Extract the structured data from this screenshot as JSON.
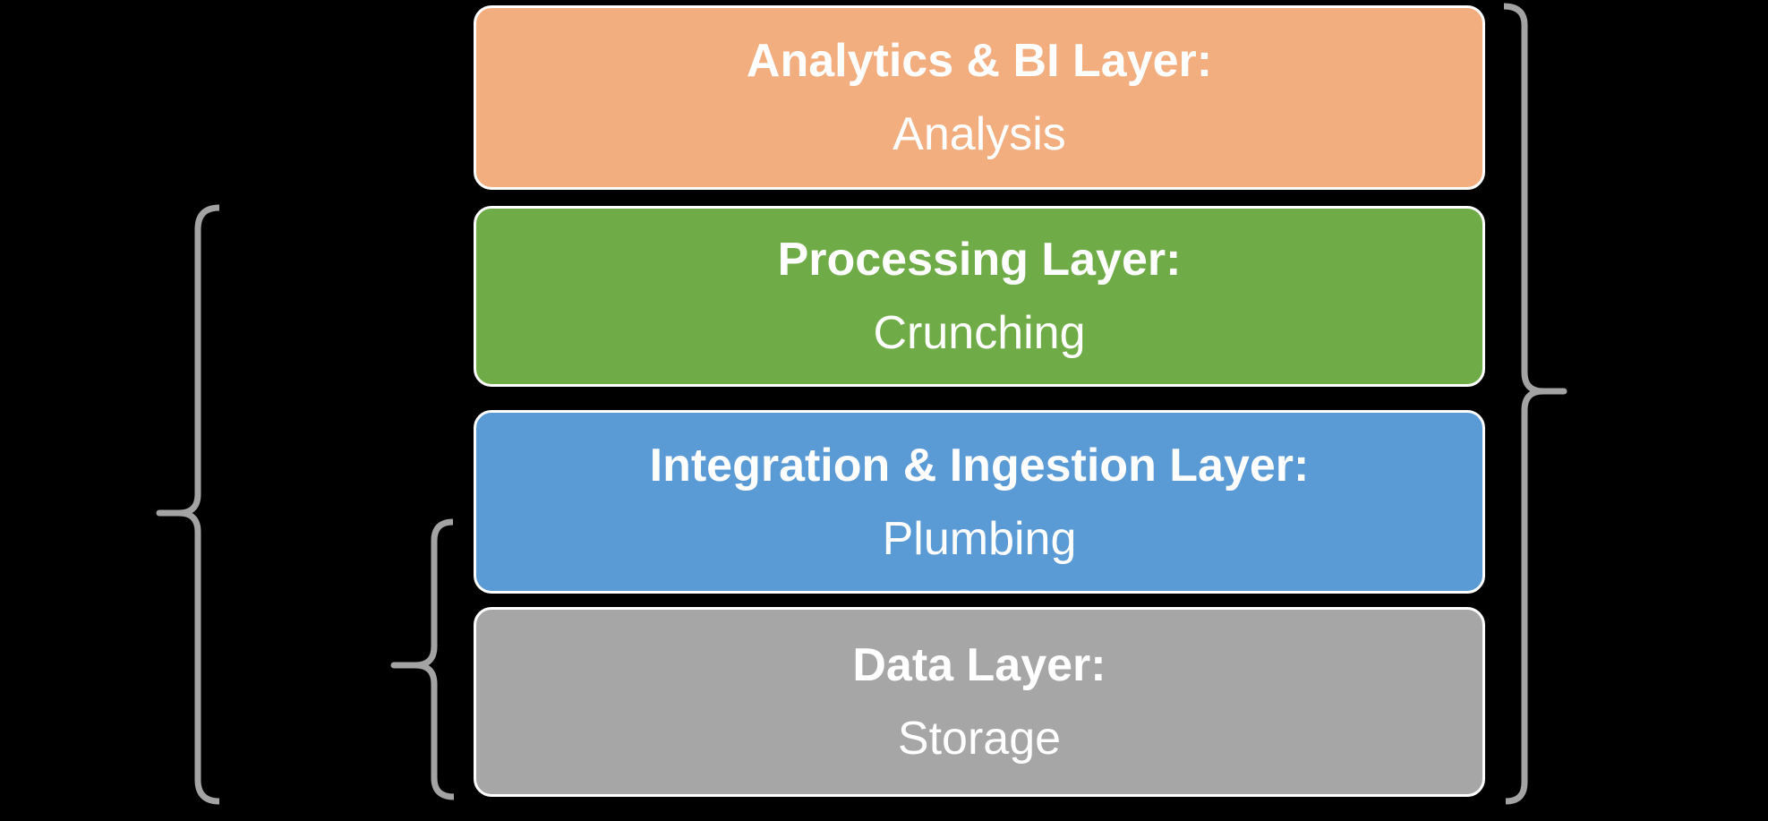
{
  "background_color": "#000000",
  "text_color": "#FFFFFF",
  "box_border_color": "#FFFFFF",
  "layers": [
    {
      "name": "analytics-bi-layer",
      "title": "Analytics & BI Layer:",
      "subtitle": "Analysis",
      "color": "#F3AE80"
    },
    {
      "name": "processing-layer",
      "title": "Processing Layer:",
      "subtitle": "Crunching",
      "color": "#6FAC47"
    },
    {
      "name": "integration-ingestion-layer",
      "title": "Integration & Ingestion Layer:",
      "subtitle": "Plumbing",
      "color": "#5B9BD5"
    },
    {
      "name": "data-layer",
      "title": "Data Layer:",
      "subtitle": "Storage",
      "color": "#A6A6A6"
    }
  ],
  "braces": {
    "color": "#A3A3A3",
    "items": [
      {
        "name": "left-outer-brace",
        "groups": "lower three layers"
      },
      {
        "name": "left-inner-brace",
        "groups": "bottom layers"
      },
      {
        "name": "right-brace",
        "groups": "all layers"
      }
    ]
  }
}
